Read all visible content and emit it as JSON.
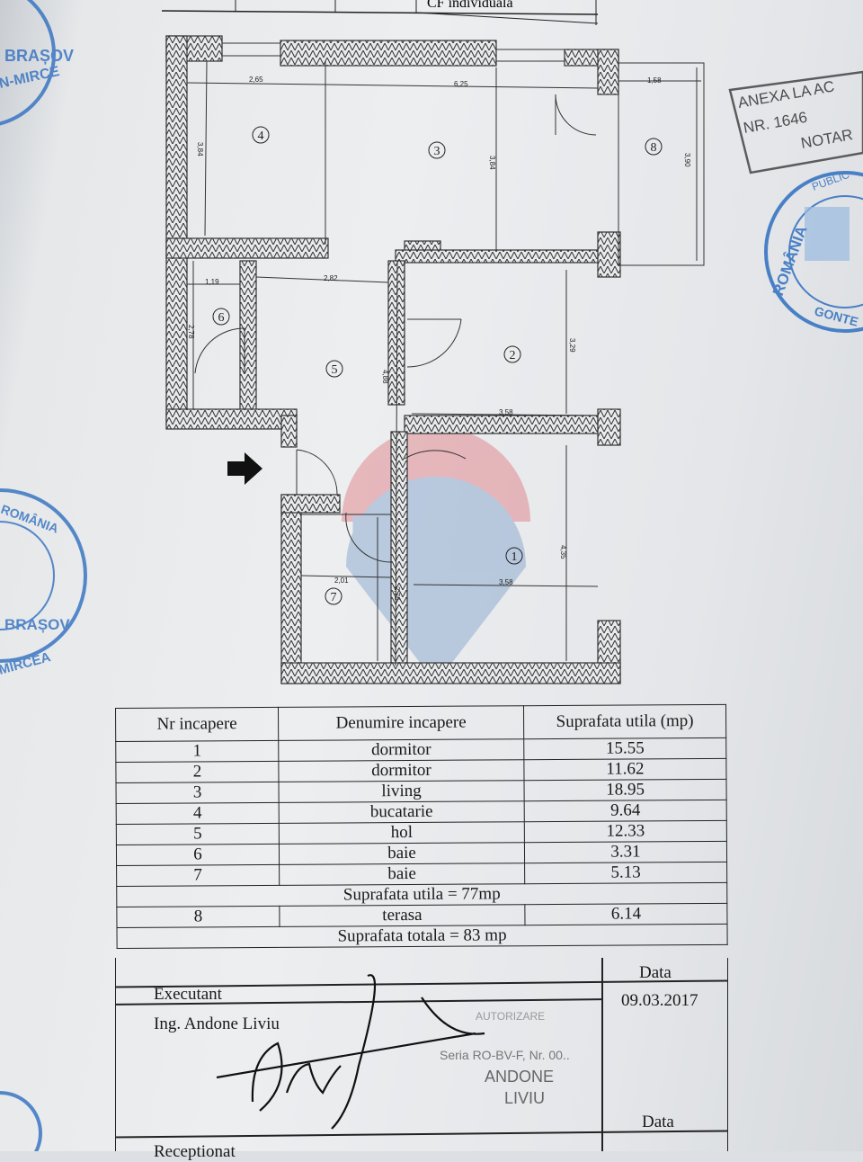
{
  "header_fragment": "CF individuala",
  "plan": {
    "room_numbers": [
      "1",
      "2",
      "3",
      "4",
      "5",
      "6",
      "7",
      "8"
    ],
    "dimensions": {
      "d_265": "2,65",
      "d_625": "6,25",
      "d_158": "1,58",
      "d_384a": "3,84",
      "d_384b": "3,84",
      "d_390": "3,90",
      "d_119": "1,19",
      "d_282": "2,82",
      "d_278": "2,78",
      "d_488": "4,88",
      "d_329": "3,29",
      "d_358a": "3,58",
      "d_435": "4,35",
      "d_201": "2,01",
      "d_276": "2,76",
      "d_358b": "3,58"
    },
    "entrance_icon": "arrow-right-icon",
    "watermark": "RE/MAX"
  },
  "table": {
    "headers": [
      "Nr incapere",
      "Denumire incapere",
      "Suprafata utila (mp)"
    ],
    "rows": [
      {
        "nr": "1",
        "name": "dormitor",
        "area": "15.55"
      },
      {
        "nr": "2",
        "name": "dormitor",
        "area": "11.62"
      },
      {
        "nr": "3",
        "name": "living",
        "area": "18.95"
      },
      {
        "nr": "4",
        "name": "bucatarie",
        "area": "9.64"
      },
      {
        "nr": "5",
        "name": "hol",
        "area": "12.33"
      },
      {
        "nr": "6",
        "name": "baie",
        "area": "3.31"
      },
      {
        "nr": "7",
        "name": "baie",
        "area": "5.13"
      }
    ],
    "useful_total": "Suprafata utila = 77mp",
    "terrace": {
      "nr": "8",
      "name": "terasa",
      "area": "6.14"
    },
    "grand_total": "Suprafata totala = 83 mp"
  },
  "signoff": {
    "executant_label": "Executant",
    "executant_name": "Ing. Andone Liviu",
    "date_label": "Data",
    "date_value": "09.03.2017",
    "date_label_2": "Data",
    "receptionat_label": "Receptionat",
    "auth_stamp": [
      "AUTORIZARE",
      "Seria RO-BV-F, Nr. 00..",
      "ANDONE",
      "LIVIU"
    ]
  },
  "stamps": {
    "notary_box": [
      "ANEXA LA AC",
      "NR. 1646",
      "NOTAR"
    ],
    "round_right": [
      "ROMÂNIA",
      "PUBLIC",
      "GONTE"
    ],
    "round_left_top": [
      "BRAȘOV",
      "N-MIRCE"
    ],
    "round_left_bottom": [
      "ROMÂNIA",
      "BRAȘOV",
      "MIRCEA"
    ],
    "ink_color": "#2f6fc0"
  }
}
